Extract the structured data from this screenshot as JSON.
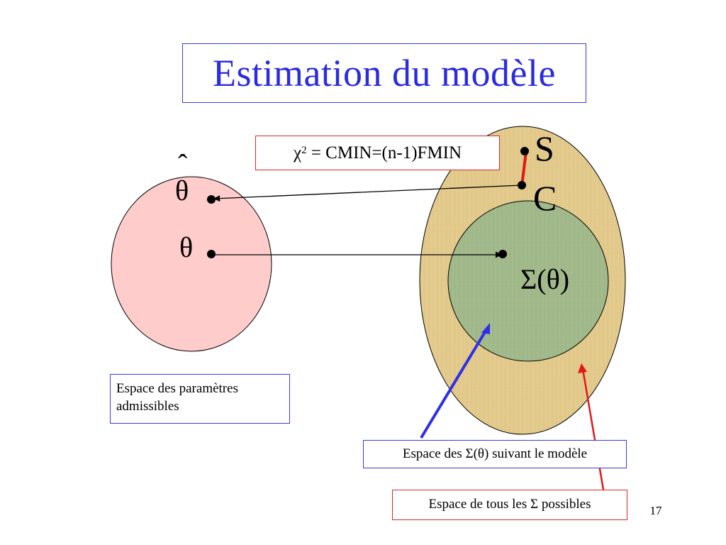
{
  "title": "Estimation du modèle",
  "formula": {
    "chi_symbol": "χ",
    "chi_exponent": "2",
    "rest": " = CMIN=(n-1)FMIN"
  },
  "labels": {
    "S": "S",
    "C": "C",
    "theta_hat": "θ",
    "hat_mark": "ˆ",
    "theta": "θ",
    "sigma_theta": "Σ(θ)"
  },
  "notes": {
    "params_line1": "Espace des paramètres",
    "params_line2": "admissibles",
    "model_space": "Espace des Σ(θ) suivant le modèle",
    "all_space": "Espace de tous les Σ possibles"
  },
  "page_number": "17",
  "colors": {
    "title_text": "#2b2be0",
    "title_border": "#3b3bd6",
    "param_circle": "#ffcccc",
    "outer_ellipse": "#e2c98a",
    "inner_circle": "#9fb98a",
    "red_accent": "#e01818",
    "blue_accent": "#2f2fe8"
  }
}
